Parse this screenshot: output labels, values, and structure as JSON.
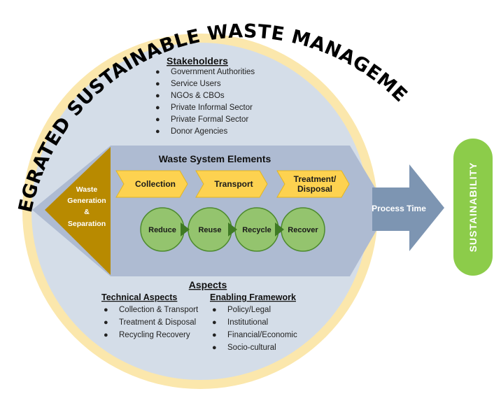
{
  "title": "INTEGRATED SUSTAINABLE WASTE MANAGEMENT",
  "stakeholders": {
    "heading": "Stakeholders",
    "items": [
      "Government Authorities",
      "Service Users",
      "NGOs & CBOs",
      "Private Informal Sector",
      "Private Formal Sector",
      "Donor Agencies"
    ]
  },
  "waste_system": {
    "heading": "Waste System Elements",
    "generation": [
      "Waste",
      "Generation",
      "&",
      "Separation"
    ],
    "chevrons": [
      [
        "Collection"
      ],
      [
        "Transport"
      ],
      [
        "Treatment/",
        "Disposal"
      ]
    ],
    "circles": [
      "Reduce",
      "Reuse",
      "Recycle",
      "Recover"
    ]
  },
  "process_time": "Process Time",
  "sustainability": "SUSTAINABILITY",
  "aspects": {
    "heading": "Aspects",
    "technical": {
      "heading": "Technical Aspects",
      "items": [
        "Collection & Transport",
        "Treatment & Disposal",
        "Recycling Recovery"
      ]
    },
    "enabling": {
      "heading": "Enabling Framework",
      "items": [
        "Policy/Legal",
        "Institutional",
        "Financial/Economic",
        "Socio-cultural"
      ]
    }
  },
  "colors": {
    "outer_ring": "#fbe7ac",
    "inner_circle": "#d4dde8",
    "hexagon": "#aebbd2",
    "gold": "#b88a00",
    "chevron": "#fdd250",
    "circle_fill": "#94c46e",
    "circle_border": "#4d8a2e",
    "arrow": "#7d95b2",
    "sustainability": "#8ccc4a"
  }
}
